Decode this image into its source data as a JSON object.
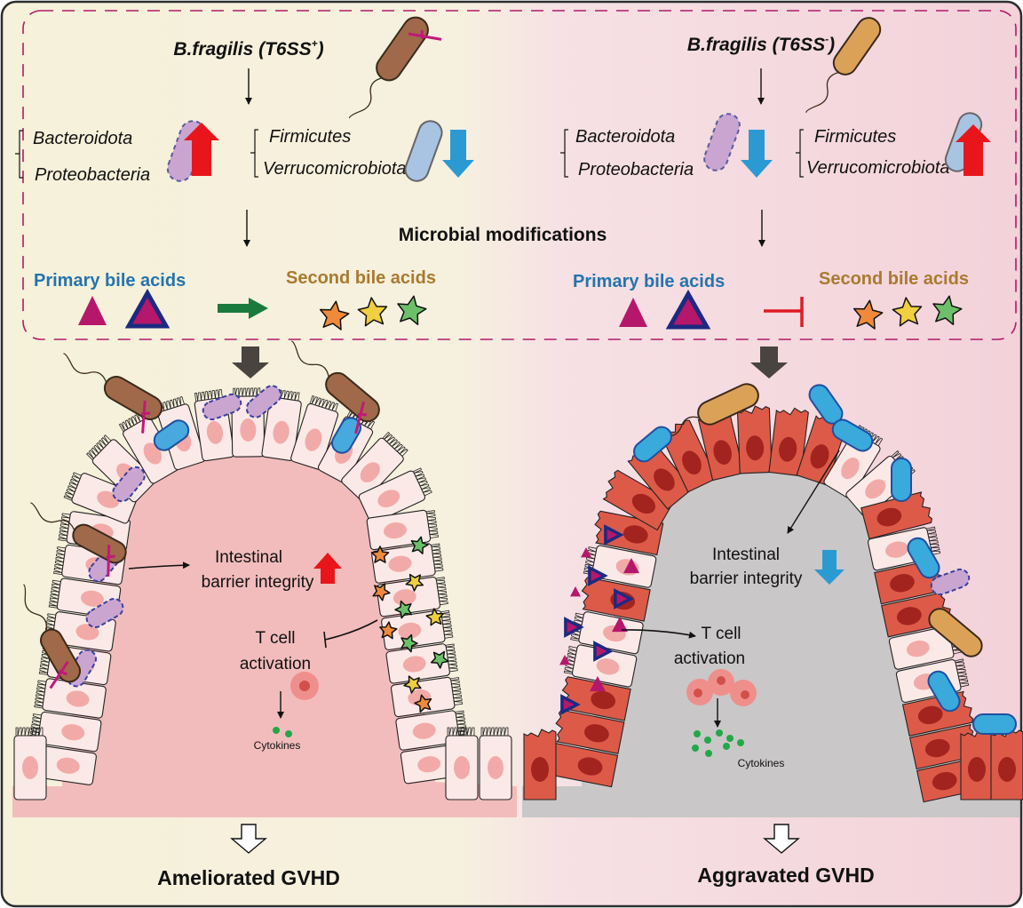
{
  "colors": {
    "bg_left": "#f6f1d9",
    "bg_right": "#f3d2da",
    "dashed_border": "#b01a6a",
    "increase_arrow": "#e8161b",
    "decrease_arrow": "#2b9ad3",
    "primary_bile_text": "#2474ad",
    "second_bile_text": "#a87a30",
    "primary_bile_triangle": "#b5176b",
    "primary_bile_triangle_border": "#1c2a80",
    "conversion_arrow": "#1a7a3e",
    "inhibition": "#e01b24",
    "healthy_cell": "#fbe9e7",
    "healthy_nucleus": "#f2aaa8",
    "damaged_cell": "#dd5a48",
    "damaged_nucleus": "#a3231f",
    "lamina_left": "#f2bcbc",
    "lamina_right": "#c9c7c7",
    "cytokine": "#22a84a"
  },
  "center_label": "Microbial modifications",
  "left": {
    "strain_prefix": "B.fragilis (T6SS",
    "strain_sup": "+",
    "strain_suffix": ")",
    "group1": [
      "Bacteroidota",
      "Proteobacteria"
    ],
    "group1_change": "increase",
    "group2": [
      "Firmicutes",
      "Verrucomicrobiota"
    ],
    "group2_change": "decrease",
    "primary_bile": "Primary bile acids",
    "second_bile": "Second bile acids",
    "bile_relation": "conversion",
    "barrier_line1": "Intestinal",
    "barrier_line2": "barrier integrity",
    "barrier_change": "increase",
    "tcell_line1": "T cell",
    "tcell_line2": "activation",
    "cytokines": "Cytokines",
    "outcome": "Ameliorated GVHD"
  },
  "right": {
    "strain_prefix": "B.fragilis (T6SS",
    "strain_sup": "-",
    "strain_suffix": ")",
    "group1": [
      "Bacteroidota",
      "Proteobacteria"
    ],
    "group1_change": "decrease",
    "group2": [
      "Firmicutes",
      "Verrucomicrobiota"
    ],
    "group2_change": "increase",
    "primary_bile": "Primary bile acids",
    "second_bile": "Second bile acids",
    "bile_relation": "inhibition",
    "barrier_line1": "Intestinal",
    "barrier_line2": "barrier integrity",
    "barrier_change": "decrease",
    "tcell_line1": "T cell",
    "tcell_line2": "activation",
    "cytokines": "Cytokines",
    "outcome": "Aggravated GVHD"
  }
}
